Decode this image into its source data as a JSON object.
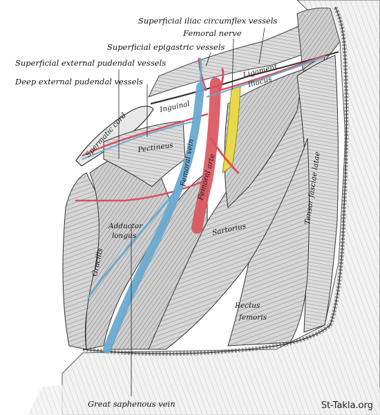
{
  "labels": {
    "superficial_iliac_circumflex_vessels": "Superficial iliac circumflex vessels",
    "femoral_nerve": "Femoral nerve",
    "superficial_epigastric_vessels": "Superficial epigastric vessels",
    "superficial_external_pudendal_vessels": "Superficial external pudendal vessels",
    "deep_external_pudendal_vessels": "Deep external pudendal vessels",
    "great_saphenous_vein": "Great saphenous vein",
    "spermatic_cord": "Spermatic cord",
    "inguinal": "Inguinal",
    "ligament": "Ligament",
    "iliacus": "Iliacus",
    "pectineus": "Pectineus",
    "femoral_vein": "Femoral vein",
    "femoral_artery": "Femoral arte",
    "tensor_fasciae_latae": "Tensor fasciae latae",
    "adductor": "Adductor",
    "longus": "longus",
    "sartorius": "Sartorius",
    "gracilis": "Gracilis",
    "rectus": "Rectus",
    "femoris": "femoris"
  },
  "watermark": "St-Takla.org",
  "colors": {
    "artery": "#d9515c",
    "vein": "#6aaad0",
    "nerve": "#e9d94a",
    "muscle": "#c9c9c9",
    "line_art": "#3a3a3a"
  }
}
